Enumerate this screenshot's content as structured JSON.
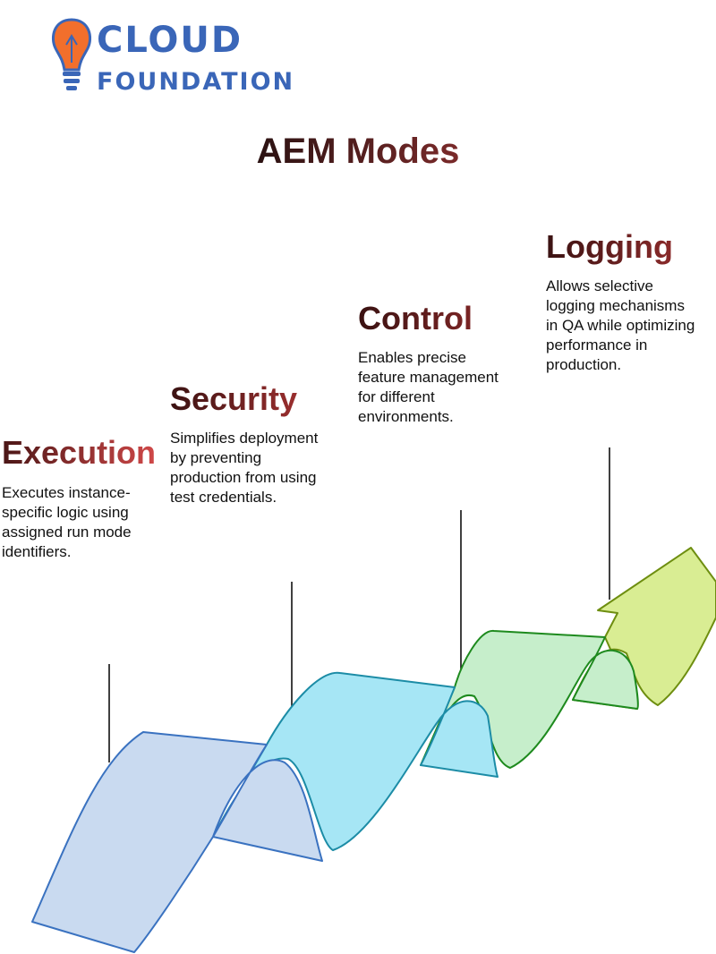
{
  "brand": {
    "line1": "CLOUD",
    "line2": "FOUNDATION",
    "color": "#3a66b8",
    "bulb_color": "#f26f2c"
  },
  "title": "AEM Modes",
  "title_colors": [
    "#2b1212",
    "#7a2a2a"
  ],
  "steps": [
    {
      "key": "execution",
      "title": "Execution",
      "lines": [
        "Executes instance-",
        "specific logic using",
        "assigned run mode",
        "identifiers."
      ],
      "fill": "#c9daf0",
      "stroke": "#3a72c0",
      "title_colors": [
        "#4a1616",
        "#d04848"
      ]
    },
    {
      "key": "security",
      "title": "Security",
      "lines": [
        "Simplifies deployment",
        "by preventing",
        "production from using",
        "test credentials."
      ],
      "fill": "#a6e6f5",
      "stroke": "#1c8ca6",
      "title_colors": [
        "#3a1212",
        "#9a2e2e"
      ]
    },
    {
      "key": "control",
      "title": "Control",
      "lines": [
        "Enables precise",
        "feature management",
        "for different",
        "environments."
      ],
      "fill": "#c6eecb",
      "stroke": "#1e8a1e",
      "title_colors": [
        "#3a1212",
        "#7a2424"
      ]
    },
    {
      "key": "logging",
      "title": "Logging",
      "lines": [
        "Allows selective",
        "logging mechanisms",
        "in QA while optimizing",
        "performance in",
        "production."
      ],
      "fill": "#d9ed93",
      "stroke": "#6e8e10",
      "title_colors": [
        "#3a1212",
        "#8a2a2a"
      ]
    }
  ]
}
